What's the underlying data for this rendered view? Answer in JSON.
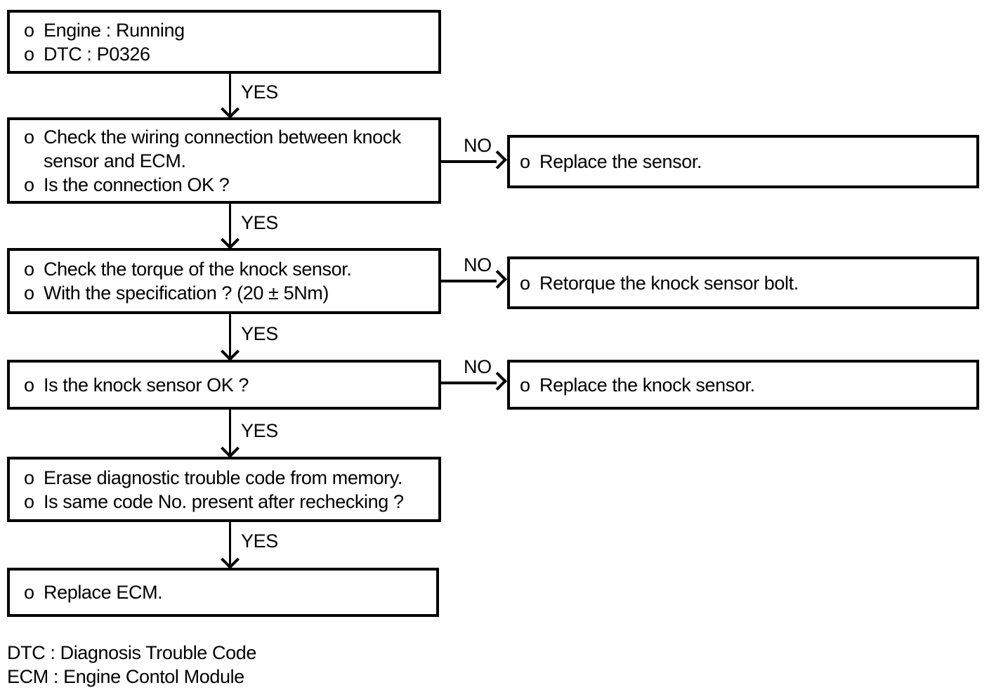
{
  "flow": {
    "bullet": "o",
    "yes": "YES",
    "no": "NO",
    "main_boxes": [
      {
        "rows": [
          "Engine : Running",
          "DTC : P0326"
        ]
      },
      {
        "rows": [
          "Check the wiring connection between knock",
          "sensor and ECM.",
          "Is the connection OK ?"
        ]
      },
      {
        "rows": [
          "Check the torque of the knock sensor.",
          "With the specification ? (20 ± 5Nm)"
        ]
      },
      {
        "rows": [
          "Is the knock sensor OK ?"
        ]
      },
      {
        "rows": [
          "Erase diagnostic trouble code from memory.",
          "Is same code No. present after rechecking ?"
        ]
      },
      {
        "rows": [
          "Replace ECM."
        ]
      }
    ],
    "branch_boxes": [
      {
        "rows": [
          "Replace the sensor."
        ]
      },
      {
        "rows": [
          "Retorque the knock sensor bolt."
        ]
      },
      {
        "rows": [
          "Replace the knock sensor."
        ]
      }
    ],
    "legend": [
      "DTC : Diagnosis Trouble Code",
      "ECM : Engine Contol Module"
    ]
  }
}
